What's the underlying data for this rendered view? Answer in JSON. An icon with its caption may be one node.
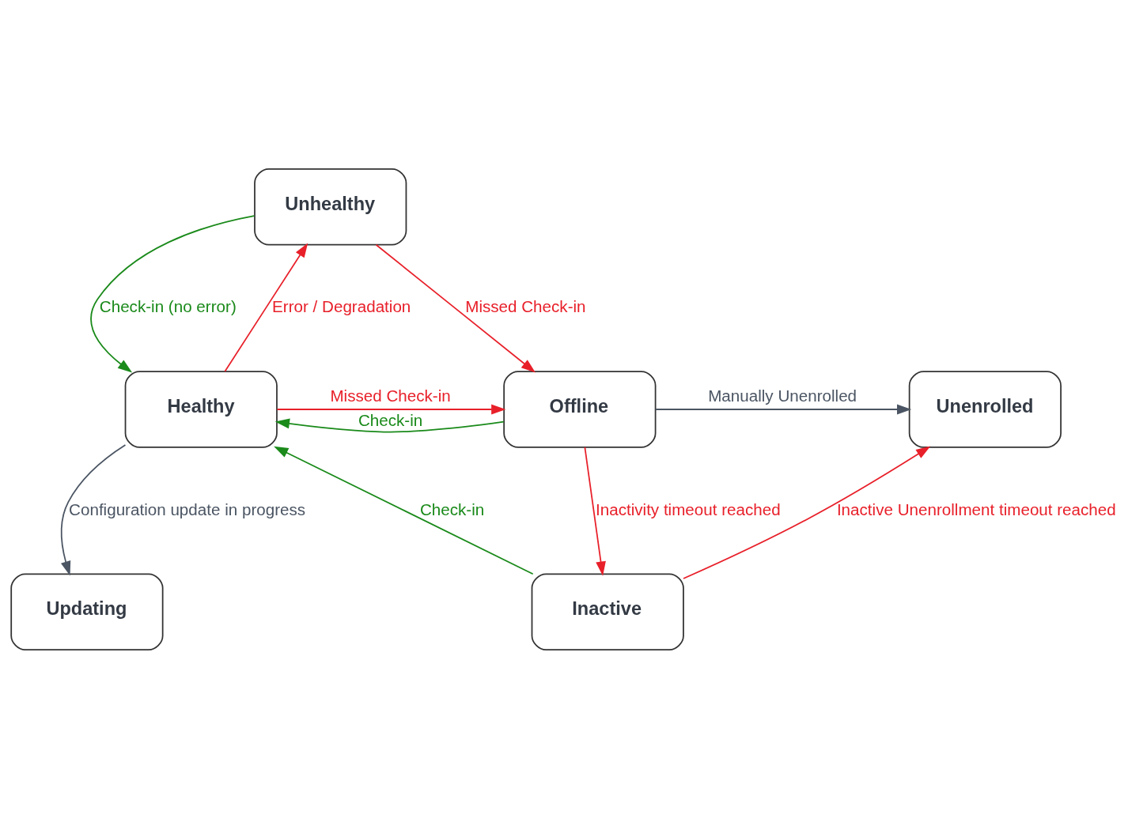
{
  "diagram": {
    "nodes": [
      {
        "text": [
          "Unhealthy"
        ]
      },
      {
        "text": [
          "Healthy"
        ]
      },
      {
        "text": [
          "Offline"
        ]
      },
      {
        "text": [
          "Unenrolled"
        ]
      },
      {
        "text": [
          "Updating"
        ]
      },
      {
        "text": [
          "Inactive"
        ]
      }
    ],
    "edges": [
      {
        "from": 1,
        "to": 0,
        "arrow": "to",
        "label": "Error / Degradation"
      },
      {
        "from": 0,
        "to": 1,
        "arrow": "to",
        "label": "Check-in (no error)",
        "color": "#1a8a1a"
      },
      {
        "from": 0,
        "to": 2,
        "arrow": "to",
        "label": "Missed Check-in"
      },
      {
        "from": 2,
        "to": 1,
        "arrow": "to",
        "label": "Check-in",
        "color": "#1a8a1a"
      },
      {
        "from": 1,
        "to": 2,
        "arrow": "to",
        "label": "Missed Check-in"
      },
      {
        "from": 2,
        "to": 3,
        "arrow": "to",
        "label": "Manually Unenrolled",
        "color": "#4b5563"
      },
      {
        "from": 2,
        "to": 5,
        "arrow": "to",
        "label": "Inactivity timeout reached"
      },
      {
        "from": 5,
        "to": 1,
        "arrow": "to",
        "label": "Check-in",
        "color": "#1a8a1a"
      },
      {
        "from": 5,
        "to": 3,
        "arrow": "to",
        "label": "Inactive Unenrollment timeout reached"
      },
      {
        "from": 1,
        "to": 4,
        "arrow": "to",
        "label": "Configuration update in progress",
        "color": "#4b5563"
      }
    ]
  }
}
